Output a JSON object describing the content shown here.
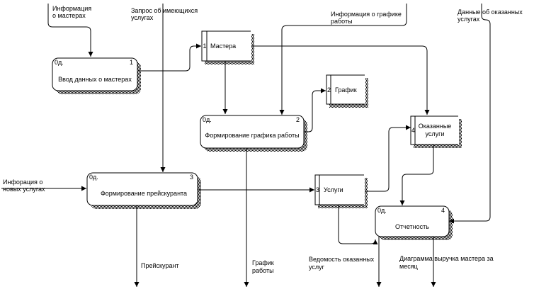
{
  "processes": [
    {
      "id": "0д.",
      "num": "1",
      "label": "Ввод данных о мастерах"
    },
    {
      "id": "0д.",
      "num": "2",
      "label": "Формирование графика работы"
    },
    {
      "id": "0д.",
      "num": "3",
      "label": "Формирование прейскуранта"
    },
    {
      "id": "0д.",
      "num": "4",
      "label": "Отчетность"
    }
  ],
  "stores": [
    {
      "num": "1",
      "label": "Мастера"
    },
    {
      "num": "2",
      "label": "График"
    },
    {
      "num": "3",
      "label": "Услуги"
    },
    {
      "num": "4",
      "label_lines": [
        "Оказанные",
        "услуги"
      ]
    }
  ],
  "flows": {
    "masters_info": [
      "Информация",
      "о мастерах"
    ],
    "services_request": [
      "Запрос об имеющихся",
      "услугах"
    ],
    "schedule_info": [
      "Информация о графике",
      "работы"
    ],
    "rendered_data": [
      "Данные об оказанных",
      "услугах"
    ],
    "new_services_info": [
      "Инфорация о",
      "новых услугах"
    ],
    "price_list": [
      "Прейскурант"
    ],
    "schedule_out": [
      "График",
      "работы"
    ],
    "services_statement": [
      "Ведомость оказанных",
      "услуг"
    ],
    "revenue_chart": [
      "Диаграмма выручка мастера за",
      "месяц"
    ]
  }
}
